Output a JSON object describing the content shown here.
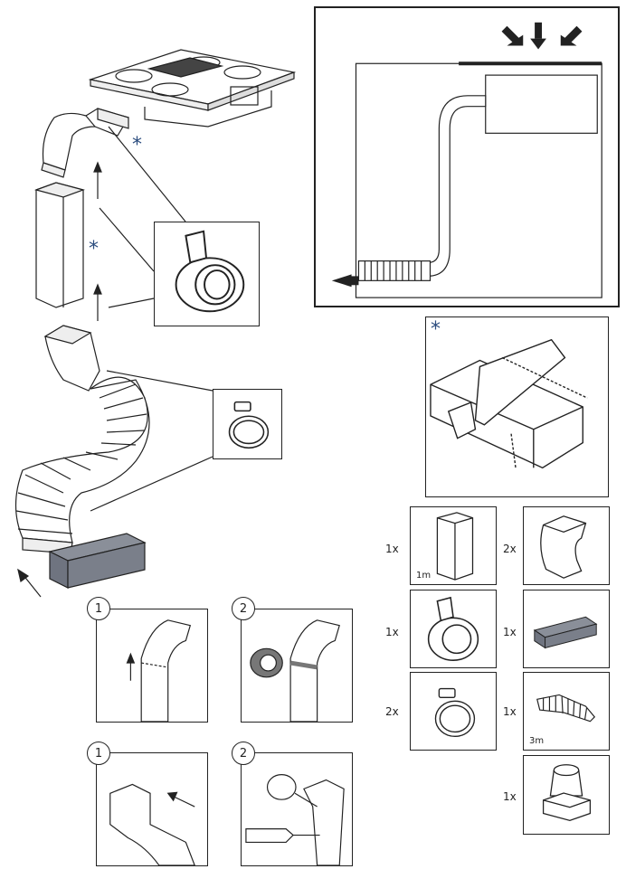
{
  "annotations": {
    "asterisk": "*"
  },
  "parts": [
    {
      "qty": "1x",
      "length": "1m",
      "icon": "straight-duct-icon"
    },
    {
      "qty": "2x",
      "icon": "elbow-duct-icon"
    },
    {
      "qty": "1x",
      "icon": "tape-roll-icon"
    },
    {
      "qty": "1x",
      "icon": "plinth-vent-icon"
    },
    {
      "qty": "2x",
      "icon": "hose-clamp-icon"
    },
    {
      "qty": "1x",
      "length": "3m",
      "icon": "flexible-duct-icon"
    },
    {
      "qty": "1x",
      "icon": "round-to-flat-adapter-icon"
    }
  ],
  "steps": [
    {
      "number": "1"
    },
    {
      "number": "2"
    },
    {
      "number": "1"
    },
    {
      "number": "2"
    }
  ],
  "colors": {
    "line": "#222222",
    "asterisk": "#2b4c7e",
    "vent": "#6f7480"
  }
}
